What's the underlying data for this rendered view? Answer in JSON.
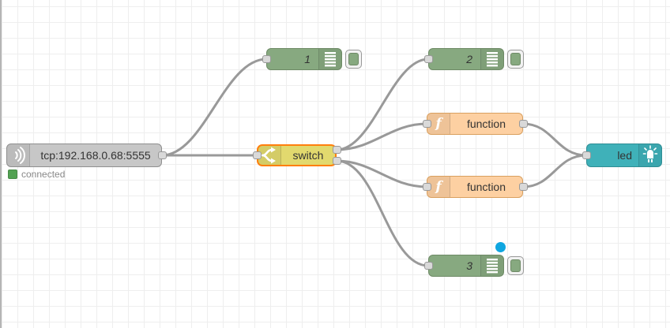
{
  "app": "node-red-flow-editor",
  "canvas": {
    "grid_size": 20,
    "background_color": "#ffffff",
    "grid_line_color": "#eeeeee",
    "wire_color": "#999999"
  },
  "nodes": {
    "tcp_in": {
      "label": "tcp:192.168.0.68:5555",
      "color": "#c7c7c7",
      "icon": "bridge-icon",
      "status": {
        "text": "connected",
        "dot_color": "#52a152"
      }
    },
    "debug_1": {
      "label": "1",
      "color": "#87a980",
      "icon": "debug-icon"
    },
    "debug_2": {
      "label": "2",
      "color": "#87a980",
      "icon": "debug-icon"
    },
    "debug_3": {
      "label": "3",
      "color": "#87a980",
      "icon": "debug-icon",
      "changed": true,
      "changed_dot_color": "#0fa6e0"
    },
    "switch": {
      "label": "switch",
      "color": "#e2d96e",
      "selected": true,
      "selection_color": "#ff7f0e",
      "icon": "switch-icon"
    },
    "function_1": {
      "label": "function",
      "color": "#fdd0a2",
      "icon": "function-icon"
    },
    "function_2": {
      "label": "function",
      "color": "#fdd0a2",
      "icon": "function-icon"
    },
    "led": {
      "label": "led",
      "color": "#3fb1b9",
      "icon": "led-icon"
    }
  },
  "wires": [
    {
      "from": "tcp_in",
      "to": "debug_1"
    },
    {
      "from": "tcp_in",
      "to": "switch"
    },
    {
      "from": "switch.output_1",
      "to": "debug_2"
    },
    {
      "from": "switch.output_1",
      "to": "function_1"
    },
    {
      "from": "switch.output_2",
      "to": "function_2"
    },
    {
      "from": "switch.output_2",
      "to": "debug_3"
    },
    {
      "from": "function_1",
      "to": "led"
    },
    {
      "from": "function_2",
      "to": "led"
    }
  ]
}
